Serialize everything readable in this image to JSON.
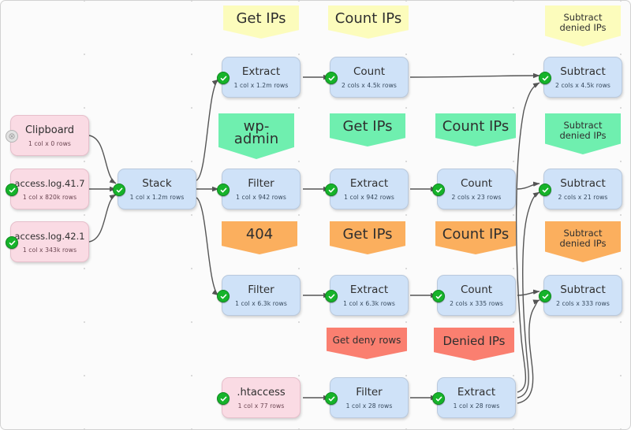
{
  "canvas": {
    "background": "#fbfbfb",
    "node_fill": "#cfe2f8",
    "source_fill": "#fadbe4",
    "accent_ok": "#16b32a",
    "note_colors": {
      "yellow": "#fcfcbc",
      "green": "#6fefaf",
      "orange": "#fbaf5e",
      "red": "#fa7f70"
    }
  },
  "nodes": [
    {
      "id": "clipboard",
      "title": "Clipboard",
      "sub": "1 col x 0 rows",
      "status": "none"
    },
    {
      "id": "access417",
      "title": "access.log.41.7",
      "sub": "1 col x 820k rows",
      "status": "ok"
    },
    {
      "id": "access421",
      "title": "access.log.42.1",
      "sub": "1 col x 343k rows",
      "status": "ok"
    },
    {
      "id": "stack",
      "title": "Stack",
      "sub": "1 col x 1.2m rows",
      "status": "ok"
    },
    {
      "id": "extract_all",
      "title": "Extract",
      "sub": "1 col x 1.2m rows",
      "status": "ok"
    },
    {
      "id": "count_all",
      "title": "Count",
      "sub": "2 cols x 4.5k rows",
      "status": "ok"
    },
    {
      "id": "subtract_all",
      "title": "Subtract",
      "sub": "2 cols x 4.5k rows",
      "status": "ok"
    },
    {
      "id": "filter_wp",
      "title": "Filter",
      "sub": "1 col x 942 rows",
      "status": "ok"
    },
    {
      "id": "extract_wp",
      "title": "Extract",
      "sub": "1 col x 942 rows",
      "status": "ok"
    },
    {
      "id": "count_wp",
      "title": "Count",
      "sub": "2 cols x 23 rows",
      "status": "ok"
    },
    {
      "id": "subtract_wp",
      "title": "Subtract",
      "sub": "2 cols x 21 rows",
      "status": "ok"
    },
    {
      "id": "filter_404",
      "title": "Filter",
      "sub": "1 col x 6.3k rows",
      "status": "ok"
    },
    {
      "id": "extract_404",
      "title": "Extract",
      "sub": "1 col x 6.3k rows",
      "status": "ok"
    },
    {
      "id": "count_404",
      "title": "Count",
      "sub": "2 cols x 335 rows",
      "status": "ok"
    },
    {
      "id": "subtract_404",
      "title": "Subtract",
      "sub": "2 cols x 333 rows",
      "status": "ok"
    },
    {
      "id": "htaccess",
      "title": ".htaccess",
      "sub": "1 col x 77 rows",
      "status": "ok"
    },
    {
      "id": "filter_deny",
      "title": "Filter",
      "sub": "1 col x 28 rows",
      "status": "ok"
    },
    {
      "id": "extract_deny",
      "title": "Extract",
      "sub": "1 col x 28 rows",
      "status": "ok"
    }
  ],
  "notes": [
    {
      "id": "note_get_ips_y",
      "color": "yellow",
      "lines": [
        "Get IPs"
      ]
    },
    {
      "id": "note_count_ips_y",
      "color": "yellow",
      "lines": [
        "Count IPs"
      ]
    },
    {
      "id": "note_subtract_y",
      "color": "yellow",
      "lines": [
        "Subtract",
        "denied IPs"
      ]
    },
    {
      "id": "note_wp_admin",
      "color": "green",
      "lines": [
        "wp-admin"
      ]
    },
    {
      "id": "note_get_ips_g",
      "color": "green",
      "lines": [
        "Get IPs"
      ]
    },
    {
      "id": "note_count_ips_g",
      "color": "green",
      "lines": [
        "Count IPs"
      ]
    },
    {
      "id": "note_subtract_g",
      "color": "green",
      "lines": [
        "Subtract",
        "denied IPs"
      ]
    },
    {
      "id": "note_404",
      "color": "orange",
      "lines": [
        "404"
      ]
    },
    {
      "id": "note_get_ips_o",
      "color": "orange",
      "lines": [
        "Get IPs"
      ]
    },
    {
      "id": "note_count_ips_o",
      "color": "orange",
      "lines": [
        "Count IPs"
      ]
    },
    {
      "id": "note_subtract_o",
      "color": "orange",
      "lines": [
        "Subtract",
        "denied IPs"
      ]
    },
    {
      "id": "note_get_deny",
      "color": "red",
      "lines": [
        "Get deny rows"
      ]
    },
    {
      "id": "note_denied_ips",
      "color": "red",
      "lines": [
        "Denied IPs"
      ]
    }
  ]
}
